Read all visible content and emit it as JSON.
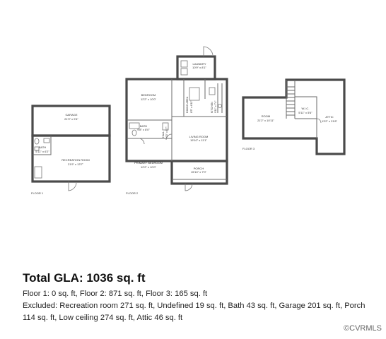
{
  "floors": {
    "floor1": {
      "label": "FLOOR 1",
      "rooms": {
        "garage": {
          "name": "GARAGE",
          "dims": "21'9\" x 9'4\""
        },
        "bath": {
          "name": "BATH",
          "dims": "5'11\" x 6'2\""
        },
        "recreation": {
          "name": "RECREATION ROOM",
          "dims": "21'9\" x 13'7\""
        }
      }
    },
    "floor2": {
      "label": "FLOOR 2",
      "rooms": {
        "laundry": {
          "name": "LAUNDRY",
          "dims": "10'9\" x 8'1\""
        },
        "bedroom": {
          "name": "BEDROOM",
          "dims": "12'2\" x 10'0\""
        },
        "bath": {
          "name": "BATH",
          "dims": "9'8\" x 8'0\""
        },
        "primary": {
          "name": "PRIMARY BEDROOM",
          "dims": "12'2\" x 10'0\""
        },
        "living": {
          "name": "LIVING ROOM",
          "dims": "19'10\" x 11'1\""
        },
        "porch": {
          "name": "PORCH",
          "dims": "15'10\" x 7'0\""
        },
        "dining": {
          "name": "DINING AREA",
          "dims": "8'5\" x 6'11\""
        },
        "kitchen": {
          "name": "KITCHEN",
          "dims": "9'11\" x 7'4\""
        },
        "hall": {
          "name": "HALL",
          "dims": "4'3\" x 8'7\""
        }
      }
    },
    "floor3": {
      "label": "FLOOR 3",
      "rooms": {
        "room": {
          "name": "ROOM",
          "dims": "21'2\" x 10'11\""
        },
        "wic": {
          "name": "W.I.C.",
          "dims": "5'11\" x 5'6\""
        },
        "attic": {
          "name": "ATTIC",
          "dims": "13'2\" x 21'8\""
        }
      }
    }
  },
  "summary": {
    "title": "Total GLA: 1036 sq. ft",
    "floors_line": "Floor 1: 0 sq. ft, Floor 2: 871 sq. ft, Floor 3: 165 sq. ft",
    "excluded_line": "Excluded: Recreation room 271 sq. ft, Undefined 19 sq. ft, Bath 43 sq. ft, Garage 201 sq. ft, Porch 114 sq. ft, Low ceiling 274 sq. ft, Attic 46 sq. ft"
  },
  "watermark": "©CVRMLS"
}
